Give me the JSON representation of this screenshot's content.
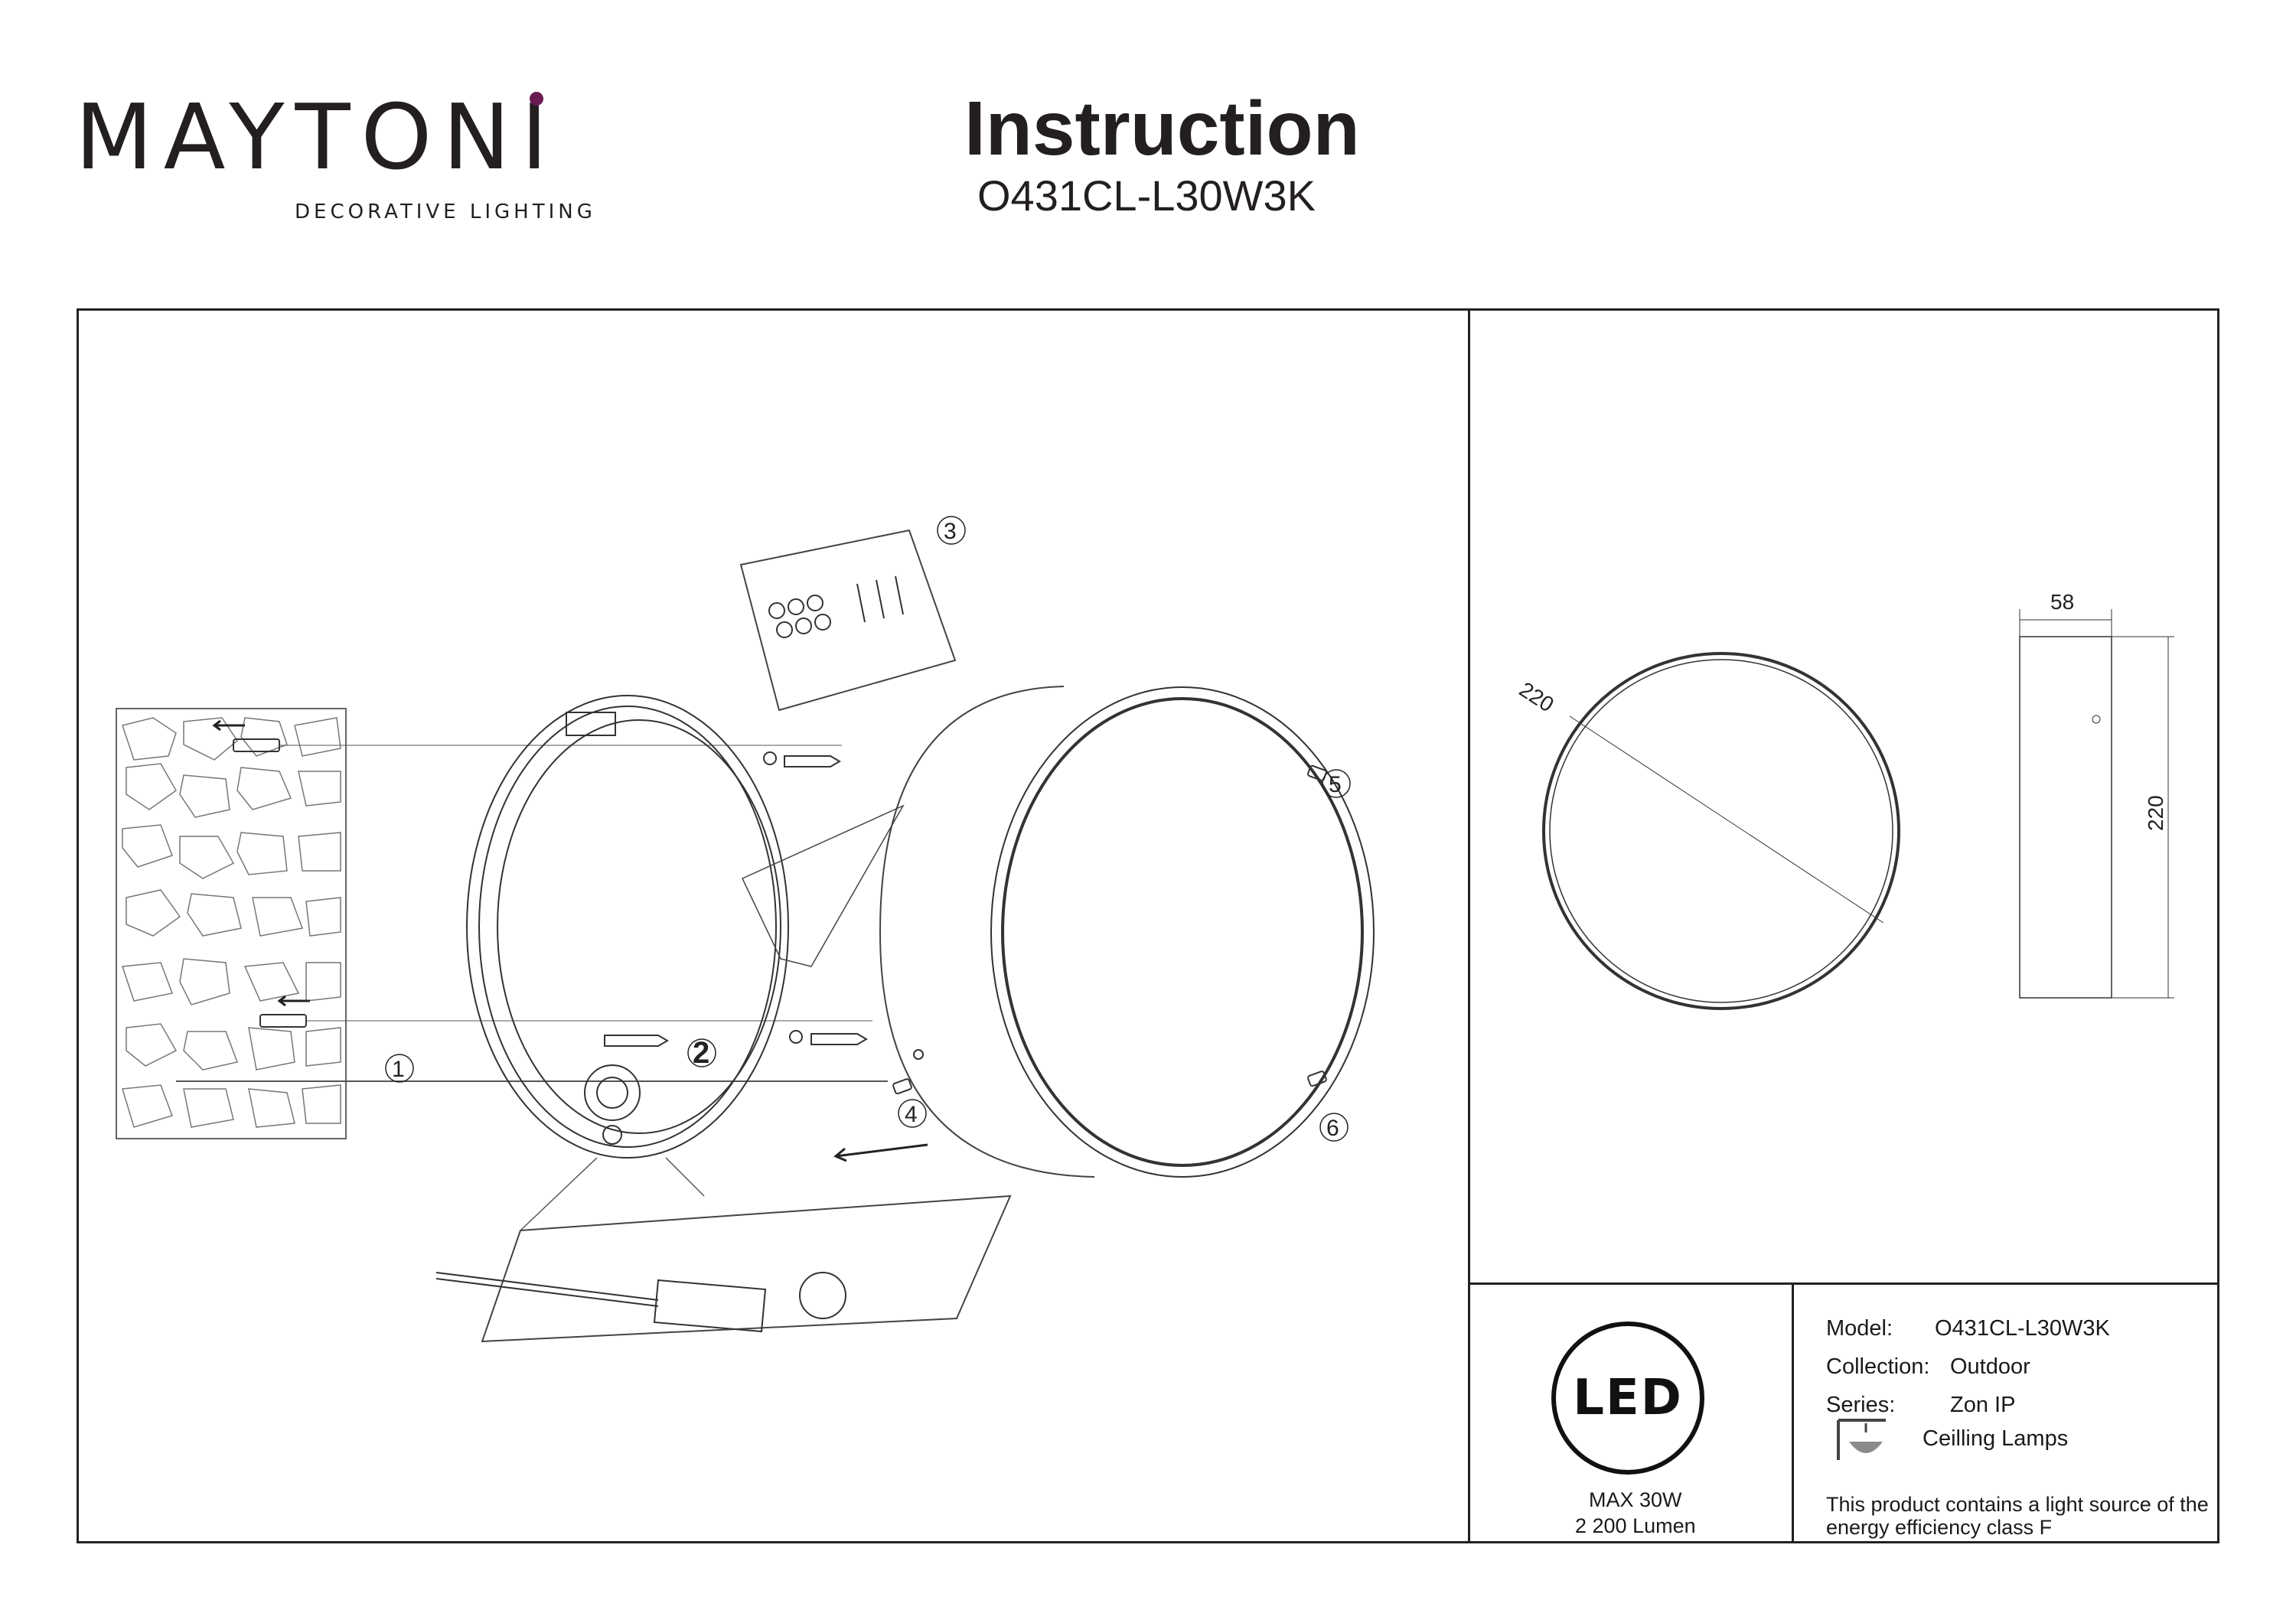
{
  "brand": {
    "name_part1": "MAYTON",
    "name_part2": "I",
    "tagline": "DECORATIVE LIGHTING",
    "accent_color": "#6b1b53"
  },
  "header": {
    "title": "Instruction",
    "model_code": "O431CL-L30W3K"
  },
  "assembly": {
    "steps": [
      "1",
      "2",
      "3",
      "4",
      "5",
      "6"
    ]
  },
  "dimensions": {
    "diameter": "220",
    "depth": "58",
    "height": "220"
  },
  "led_block": {
    "badge": "LED",
    "power": "MAX 30W",
    "lumen": "2 200 Lumen"
  },
  "specs": {
    "model_label": "Model:",
    "model_value": "O431CL-L30W3K",
    "collection_label": "Collection:",
    "collection_value": "Outdoor",
    "series_label": "Series:",
    "series_value": "Zon IP",
    "type_value": "Ceilling Lamps",
    "type_icon": "ceiling-lamp-icon",
    "energy_line1": "This product contains a light source of the",
    "energy_line2": "energy efficiency class F"
  }
}
